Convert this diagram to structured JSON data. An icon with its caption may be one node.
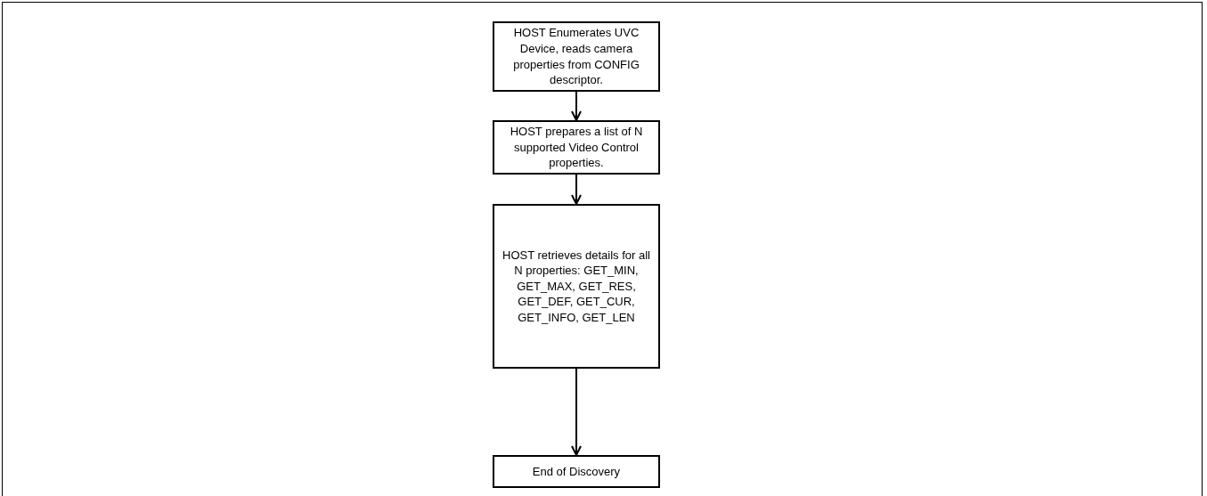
{
  "diagram": {
    "nodes": [
      {
        "text": [
          "HOST Enumerates UVC Device, reads camera properties from CONFIG descriptor."
        ]
      },
      {
        "text": [
          "HOST prepares a list of N supported Video Control properties."
        ]
      },
      {
        "text": [
          "HOST retrieves details for all N properties: GET_MIN, GET_MAX, GET_RES, GET_DEF, GET_CUR, GET_INFO, GET_LEN"
        ]
      },
      {
        "text": [
          "End of Discovery"
        ]
      }
    ],
    "edges": [
      {
        "from": 0,
        "to": 1,
        "arrow": "to"
      },
      {
        "from": 1,
        "to": 2,
        "arrow": "to"
      },
      {
        "from": 2,
        "to": 3,
        "arrow": "to"
      }
    ]
  }
}
